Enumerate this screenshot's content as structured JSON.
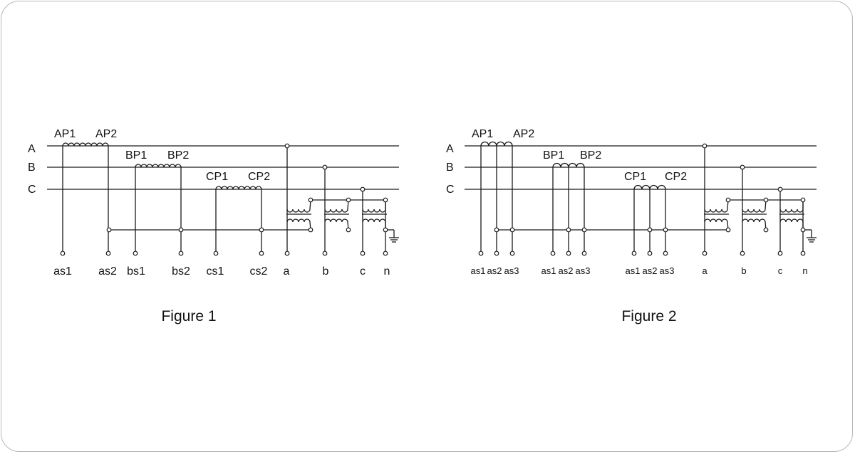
{
  "figure1": {
    "caption": "Figure 1",
    "bus_labels": [
      "A",
      "B",
      "C"
    ],
    "ct_labels": [
      "AP1",
      "AP2",
      "BP1",
      "BP2",
      "CP1",
      "CP2"
    ],
    "terminal_labels": [
      "as1",
      "as2",
      "bs1",
      "bs2",
      "cs1",
      "cs2",
      "a",
      "b",
      "c",
      "n"
    ]
  },
  "figure2": {
    "caption": "Figure 2",
    "bus_labels": [
      "A",
      "B",
      "C"
    ],
    "ct_labels": [
      "AP1",
      "AP2",
      "BP1",
      "BP2",
      "CP1",
      "CP2"
    ],
    "terminal_labels": [
      "as1",
      "as2",
      "as3",
      "as1",
      "as2",
      "as3",
      "as1",
      "as2",
      "as3",
      "a",
      "b",
      "c",
      "n"
    ]
  }
}
